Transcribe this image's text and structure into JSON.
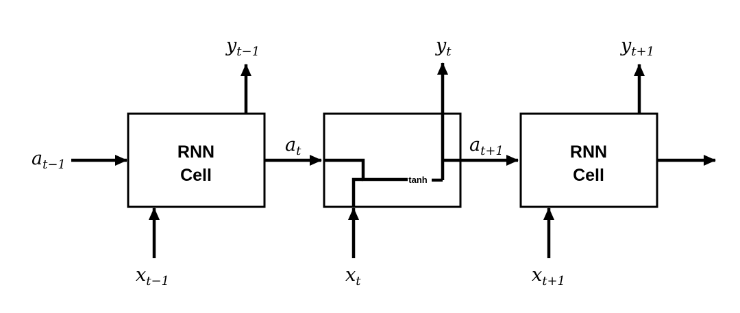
{
  "labels": {
    "a_prev": {
      "base": "a",
      "sub": "t−1"
    },
    "a_cur": {
      "base": "a",
      "sub": "t"
    },
    "a_next": {
      "base": "a",
      "sub": "t+1"
    },
    "y_prev": {
      "base": "y",
      "sub": "t−1"
    },
    "y_cur": {
      "base": "y",
      "sub": "t"
    },
    "y_next": {
      "base": "y",
      "sub": "t+1"
    },
    "x_prev": {
      "base": "x",
      "sub": "t−1"
    },
    "x_cur": {
      "base": "x",
      "sub": "t"
    },
    "x_next": {
      "base": "x",
      "sub": "t+1"
    }
  },
  "cells": {
    "left": {
      "line1": "RNN",
      "line2": "Cell"
    },
    "right": {
      "line1": "RNN",
      "line2": "Cell"
    }
  },
  "middle": {
    "activation": "tanh"
  }
}
